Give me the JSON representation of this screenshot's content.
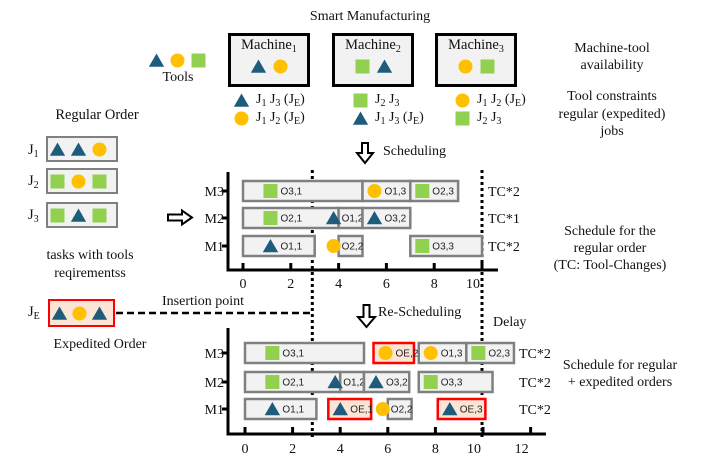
{
  "header": {
    "title": "Smart Manufacturing"
  },
  "colors": {
    "triangle": "#1f5c7c",
    "circle": "#ffc000",
    "square": "#92d050",
    "task_fill": "#f2f2f2",
    "task_border": "#808080",
    "expedited_border": "#ff0000",
    "expedited_fill": "#fbe5d6",
    "machine_fill": "#f2f2f2"
  },
  "tools": {
    "label": "Tools",
    "items": [
      "triangle",
      "circle",
      "square"
    ]
  },
  "machines": [
    {
      "label": "Machine",
      "index": "1",
      "tools": [
        "triangle",
        "circle"
      ],
      "constraints": [
        {
          "tool": "triangle",
          "jobs": "J_1 J_3 (J_E)"
        },
        {
          "tool": "circle",
          "jobs": "J_1 J_2 (J_E)"
        }
      ]
    },
    {
      "label": "Machine",
      "index": "2",
      "tools": [
        "square",
        "triangle"
      ],
      "constraints": [
        {
          "tool": "square",
          "jobs": "J_2 J_3"
        },
        {
          "tool": "triangle",
          "jobs": "J_1 J_3 (J_E)"
        }
      ]
    },
    {
      "label": "Machine",
      "index": "3",
      "tools": [
        "circle",
        "square"
      ],
      "constraints": [
        {
          "tool": "circle",
          "jobs": "J_1 J_2 (J_E)"
        },
        {
          "tool": "square",
          "jobs": "J_2 J_3"
        }
      ]
    }
  ],
  "annotations": {
    "machine_tool": [
      "Machine-tool",
      "availability"
    ],
    "tool_constraints": [
      "Tool constraints",
      "regular (expedited)",
      "jobs"
    ],
    "schedule_regular": [
      "Schedule for the",
      "regular order",
      "(TC: Tool-Changes)"
    ],
    "schedule_combined": [
      "Schedule for regular",
      "+ expedited orders"
    ]
  },
  "regular_order": {
    "title": "Regular Order",
    "jobs": [
      {
        "label": "J",
        "index": "1",
        "tasks": [
          "triangle",
          "triangle",
          "circle"
        ]
      },
      {
        "label": "J",
        "index": "2",
        "tasks": [
          "square",
          "circle",
          "square"
        ]
      },
      {
        "label": "J",
        "index": "3",
        "tasks": [
          "square",
          "triangle",
          "square"
        ]
      }
    ],
    "caption": [
      "tasks with tools",
      "reqirementss"
    ]
  },
  "expedited_order": {
    "label": "J",
    "index": "E",
    "tasks": [
      "triangle",
      "circle",
      "triangle"
    ],
    "caption": "Expedited Order"
  },
  "insertion_point": {
    "label": "Insertion point",
    "time": 2.9
  },
  "scheduling": {
    "label": "Scheduling"
  },
  "rescheduling": {
    "label": "Re-Scheduling"
  },
  "delay": {
    "label": "Delay",
    "time": 10
  },
  "chart_data": [
    {
      "name": "regular-schedule",
      "type": "bar",
      "subtype": "gantt",
      "title": "",
      "xlabel": "",
      "ylabel": "",
      "xticks": [
        0,
        2,
        4,
        6,
        8,
        10
      ],
      "xlim": [
        0,
        10.8
      ],
      "grid": false,
      "machines": [
        "M3",
        "M2",
        "M1"
      ],
      "tc_labels": [
        "TC*2",
        "TC*1",
        "TC*2"
      ],
      "tasks": [
        {
          "machine": "M3",
          "label": "O3,1",
          "tool": "square",
          "start": 0,
          "end": 5
        },
        {
          "machine": "M3",
          "label": "O1,3",
          "tool": "circle",
          "start": 5,
          "end": 7
        },
        {
          "machine": "M3",
          "label": "O2,3",
          "tool": "square",
          "start": 7,
          "end": 9
        },
        {
          "machine": "M2",
          "label": "O2,1",
          "tool": "square",
          "start": 0,
          "end": 4
        },
        {
          "machine": "M2",
          "label": "O1,2",
          "tool": "triangle",
          "start": 4,
          "end": 5,
          "icon_outside": true
        },
        {
          "machine": "M2",
          "label": "O3,2",
          "tool": "triangle",
          "start": 5,
          "end": 7
        },
        {
          "machine": "M1",
          "label": "O1,1",
          "tool": "triangle",
          "start": 0,
          "end": 3
        },
        {
          "machine": "M1",
          "label": "O2,2",
          "tool": "circle",
          "start": 4,
          "end": 5,
          "icon_outside": true
        },
        {
          "machine": "M1",
          "label": "O3,3",
          "tool": "square",
          "start": 7,
          "end": 10
        }
      ]
    },
    {
      "name": "rescheduled-with-expedited",
      "type": "bar",
      "subtype": "gantt",
      "title": "",
      "xlabel": "",
      "ylabel": "",
      "xticks": [
        0,
        2,
        4,
        6,
        8,
        10,
        12
      ],
      "xlim": [
        0,
        12.6
      ],
      "grid": false,
      "machines": [
        "M3",
        "M2",
        "M1"
      ],
      "tc_labels": [
        "TC*2",
        "TC*2",
        "TC*2"
      ],
      "tasks": [
        {
          "machine": "M3",
          "label": "O3,1",
          "tool": "square",
          "start": 0,
          "end": 5
        },
        {
          "machine": "M3",
          "label": "OE,2",
          "tool": "circle",
          "start": 5.4,
          "end": 7.1,
          "expedited": true
        },
        {
          "machine": "M3",
          "label": "O1,3",
          "tool": "circle",
          "start": 7.3,
          "end": 9.3
        },
        {
          "machine": "M3",
          "label": "O2,3",
          "tool": "square",
          "start": 9.3,
          "end": 11.3
        },
        {
          "machine": "M2",
          "label": "O2,1",
          "tool": "square",
          "start": 0,
          "end": 4
        },
        {
          "machine": "M2",
          "label": "O1,2",
          "tool": "triangle",
          "start": 4,
          "end": 5,
          "icon_outside": true
        },
        {
          "machine": "M2",
          "label": "O3,2",
          "tool": "triangle",
          "start": 5,
          "end": 6.9
        },
        {
          "machine": "M2",
          "label": "O3,3",
          "tool": "square",
          "start": 7.3,
          "end": 10.4
        },
        {
          "machine": "M1",
          "label": "O1,1",
          "tool": "triangle",
          "start": 0,
          "end": 3
        },
        {
          "machine": "M1",
          "label": "OE,1",
          "tool": "triangle",
          "start": 3.5,
          "end": 5.3,
          "expedited": true
        },
        {
          "machine": "M1",
          "label": "O2,2",
          "tool": "circle",
          "start": 6,
          "end": 7,
          "icon_outside": true
        },
        {
          "machine": "M1",
          "label": "OE,3",
          "tool": "triangle",
          "start": 8.1,
          "end": 10.1,
          "expedited": true
        }
      ]
    }
  ]
}
